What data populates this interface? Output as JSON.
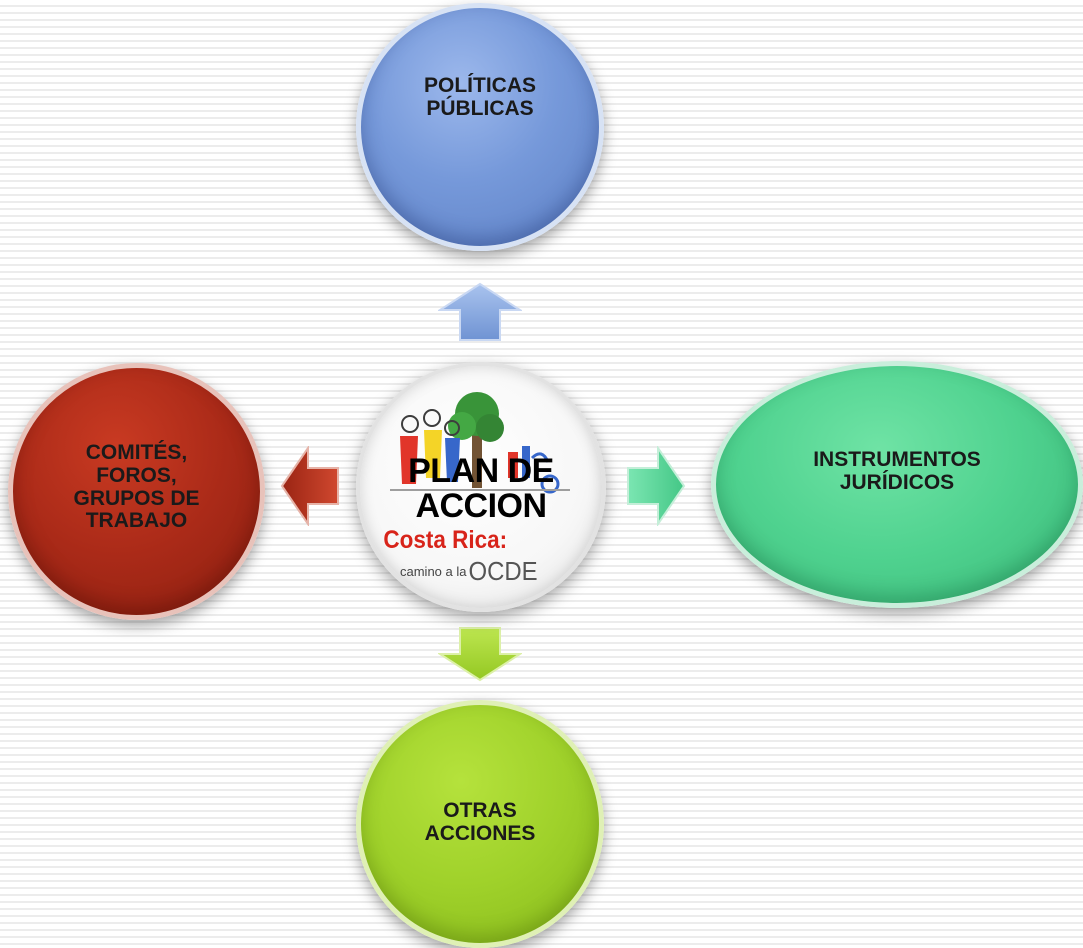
{
  "center": {
    "label": "PLAN DE\nACCION",
    "logo_line1": "Costa Rica:",
    "logo_line2a": "camino a la",
    "logo_line2b": "OCDE"
  },
  "nodes": {
    "top": {
      "label": "POLÍTICAS\nPÚBLICAS",
      "color": "#7699da"
    },
    "left": {
      "label": "COMITÉS,\nFOROS,\nGRUPOS DE\nTRABAJO",
      "color": "#aa2a18"
    },
    "right": {
      "label": "INSTRUMENTOS\nJURÍDICOS",
      "color": "#4fd28f"
    },
    "bottom": {
      "label": "OTRAS\nACCIONES",
      "color": "#9fd12a"
    }
  },
  "arrows": {
    "top": {
      "direction": "up",
      "color": "#8fb0e6"
    },
    "left": {
      "direction": "left",
      "color": "#b93420"
    },
    "right": {
      "direction": "right",
      "color": "#5fdca0"
    },
    "bottom": {
      "direction": "down",
      "color": "#a9dc35"
    }
  }
}
